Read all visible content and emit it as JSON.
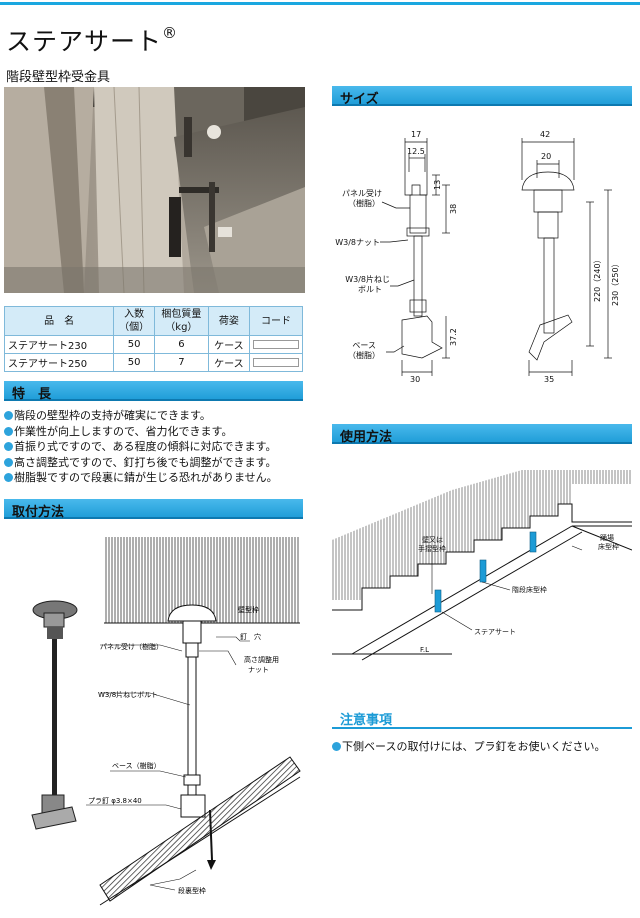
{
  "header": {
    "title": "ステアサート",
    "registered_mark": "®",
    "subtitle": "階段壁型枠受金具"
  },
  "colors": {
    "accent": "#1c9bd6",
    "table_header": "#d4ebf8",
    "bullet": "#2da3dc"
  },
  "spec_table": {
    "headers": [
      "品　名",
      "入数\n（個）",
      "梱包質量\n（kg）",
      "荷姿",
      "コード"
    ],
    "header_lines": [
      [
        "品　名"
      ],
      [
        "入数",
        "（個）"
      ],
      [
        "梱包質量",
        "（kg）"
      ],
      [
        "荷姿"
      ],
      [
        "コード"
      ]
    ],
    "rows": [
      {
        "name": "ステアサート230",
        "qty": "50",
        "weight": "6",
        "package": "ケース",
        "code": ""
      },
      {
        "name": "ステアサート250",
        "qty": "50",
        "weight": "7",
        "package": "ケース",
        "code": ""
      }
    ]
  },
  "features": {
    "title": "特　長",
    "items": [
      "階段の壁型枠の支持が確実にできます。",
      "作業性が向上しますので、省力化できます。",
      "首振り式ですので、ある程度の傾斜に対応できます。",
      "高さ調整式ですので、釘打ち後でも調整ができます。",
      "樹脂製ですので段裏に錆が生じる恐れがありません。"
    ]
  },
  "mounting": {
    "title": "取付方法",
    "labels": {
      "wall_form": "壁型枠",
      "nail_hole": "釘　穴",
      "panel_holder": "パネル受け（樹脂）",
      "height_nut_1": "高さ調整用",
      "height_nut_2": "ナット",
      "bolt": "W3/8片ねじボルト",
      "base": "ベース（樹脂）",
      "nail": "プラ釘 φ3.8×40",
      "soffit_form": "段裏型枠"
    }
  },
  "size": {
    "title": "サイズ",
    "dims": {
      "d17": "17",
      "d12_5": "12.5",
      "d13": "13",
      "d38": "38",
      "d37_2": "37.2",
      "d30": "30",
      "d42": "42",
      "d20": "20",
      "d220": "220（240）",
      "d230": "230（250）",
      "d35": "35"
    },
    "labels": {
      "panel_holder_1": "パネル受け",
      "panel_holder_2": "（樹脂）",
      "nut": "W3/8ナット",
      "bolt_1": "W3/8片ねじ",
      "bolt_2": "ボルト",
      "base_1": "ベース",
      "base_2": "（樹脂）"
    }
  },
  "usage": {
    "title": "使用方法",
    "labels": {
      "wall_1": "壁又は",
      "wall_2": "手摺型枠",
      "landing_1": "踊場",
      "landing_2": "床型枠",
      "soffit": "階段床型枠",
      "product": "ステアサート",
      "floor": "F.L"
    }
  },
  "caution": {
    "title": "注意事項",
    "text": "下側ベースの取付けには、プラ釘をお使いください。"
  }
}
